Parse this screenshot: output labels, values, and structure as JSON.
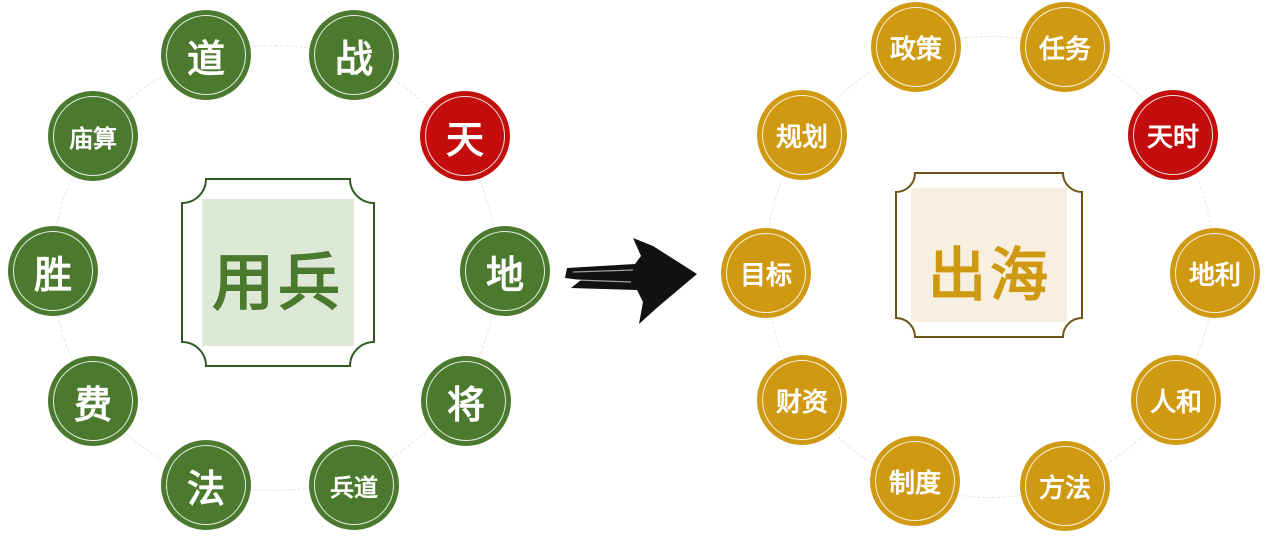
{
  "left": {
    "center": "用兵",
    "nodes": [
      "道",
      "战",
      "天",
      "地",
      "将",
      "兵道",
      "法",
      "费",
      "胜",
      "庙算"
    ]
  },
  "right": {
    "center": "出海",
    "nodes": [
      "政策",
      "任务",
      "天时",
      "地利",
      "人和",
      "方法",
      "制度",
      "财资",
      "目标",
      "规划"
    ]
  },
  "colors": {
    "green": "#4b7a2f",
    "red": "#c30d0d",
    "gold": "#cf9a12",
    "dark_gold": "#8a6b15"
  },
  "arrow_icon": "brush-arrow-icon"
}
